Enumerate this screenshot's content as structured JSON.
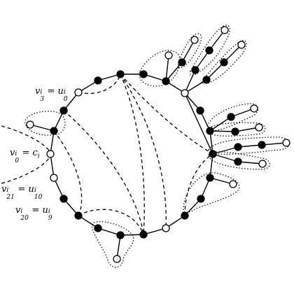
{
  "labels": {
    "u3": {
      "base": "v",
      "sup": "i",
      "sub": "3",
      "eq": " = ",
      "rbase": "u",
      "rsup": "i",
      "rsub": "0"
    },
    "v0": {
      "base": "v",
      "sup": "i",
      "sub": "0",
      "eq": " = ",
      "rbase": "c",
      "rsub": "i"
    },
    "v21": {
      "base": "v",
      "sup": "i",
      "sub": "21",
      "eq": " = ",
      "rbase": "u",
      "rsup": "i",
      "rsub": "10"
    },
    "v20": {
      "base": "v",
      "sup": "i",
      "sub": "20",
      "eq": " = ",
      "rbase": "u",
      "rsup": "i",
      "rsub": "9"
    }
  },
  "colors": {
    "filled": "#000000",
    "hollow": "#ffffff",
    "stroke": "#000000"
  }
}
